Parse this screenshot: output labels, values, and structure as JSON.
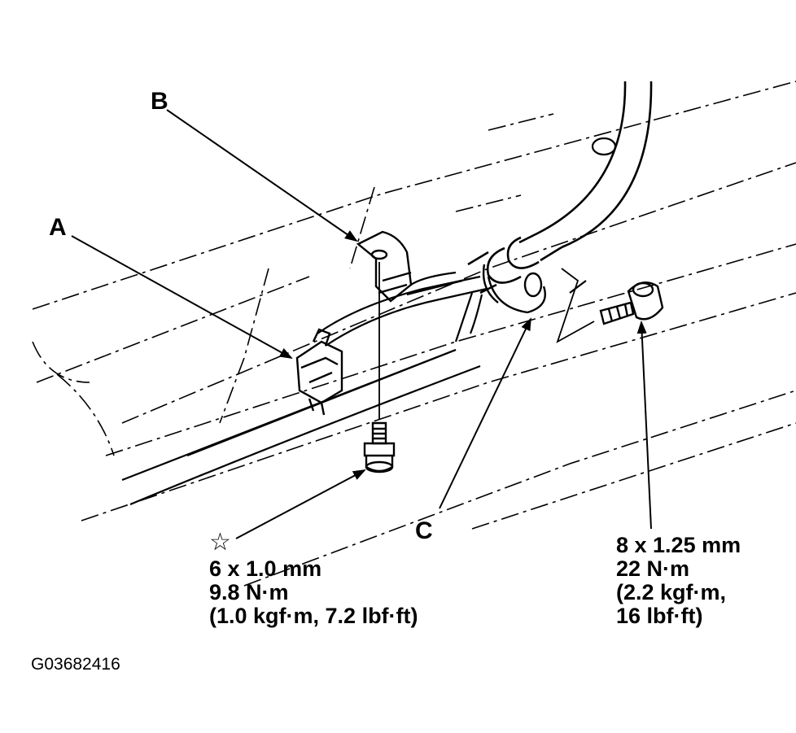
{
  "callouts": {
    "a": "A",
    "b": "B",
    "c": "C"
  },
  "bolt_small": {
    "symbol": "☆",
    "size": "6 x 1.0 mm",
    "torque_nm": "9.8 N·m",
    "torque_alt": "(1.0 kgf·m, 7.2 lbf·ft)"
  },
  "bolt_large": {
    "size": "8 x 1.25 mm",
    "torque_nm": "22 N·m",
    "torque_alt_1": "(2.2 kgf·m,",
    "torque_alt_2": "16 lbf·ft)"
  },
  "figure_code": "G03682416"
}
